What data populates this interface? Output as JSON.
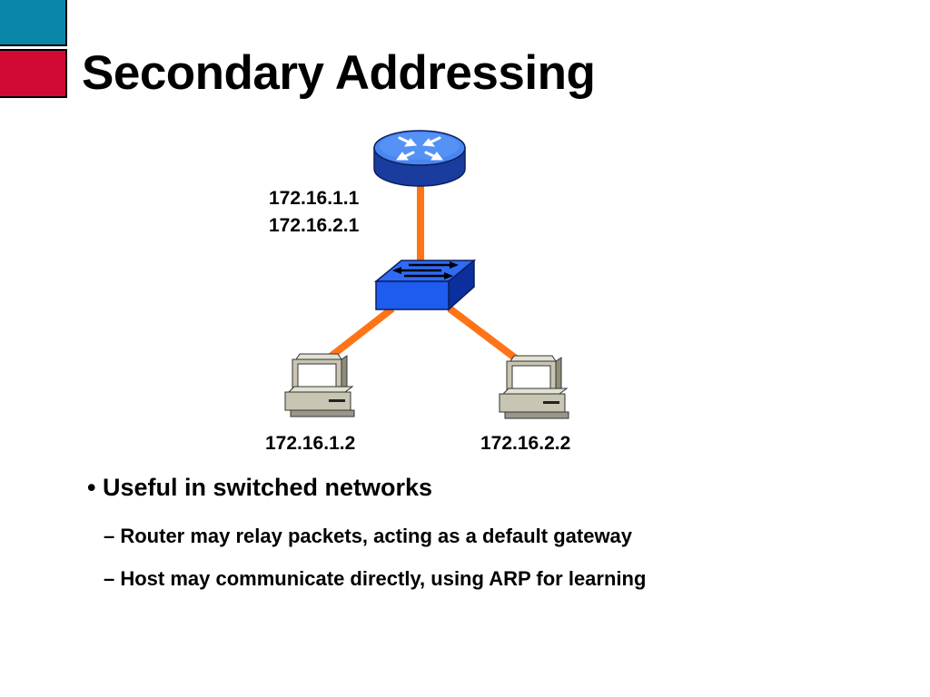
{
  "colors": {
    "corner_top": "#0A87A8",
    "corner_bottom": "#D00A33",
    "link": "#FF7417",
    "device_blue": "#1E5BEF",
    "device_dark_blue": "#0B2F9C",
    "host_beige": "#C8C5B2"
  },
  "slide": {
    "title": "Secondary Addressing"
  },
  "diagram": {
    "router": {
      "icon": "router-icon",
      "ip_primary": "172.16.1.1",
      "ip_secondary": "172.16.2.1"
    },
    "switch": {
      "icon": "switch-icon"
    },
    "host_left": {
      "icon": "pc-icon",
      "ip": "172.16.1.2"
    },
    "host_right": {
      "icon": "pc-icon",
      "ip": "172.16.2.2"
    }
  },
  "bullets": {
    "main": "• Useful in switched networks",
    "sub": [
      "– Router may relay packets, acting as a default gateway",
      "– Host may communicate directly, using ARP for learning"
    ]
  }
}
